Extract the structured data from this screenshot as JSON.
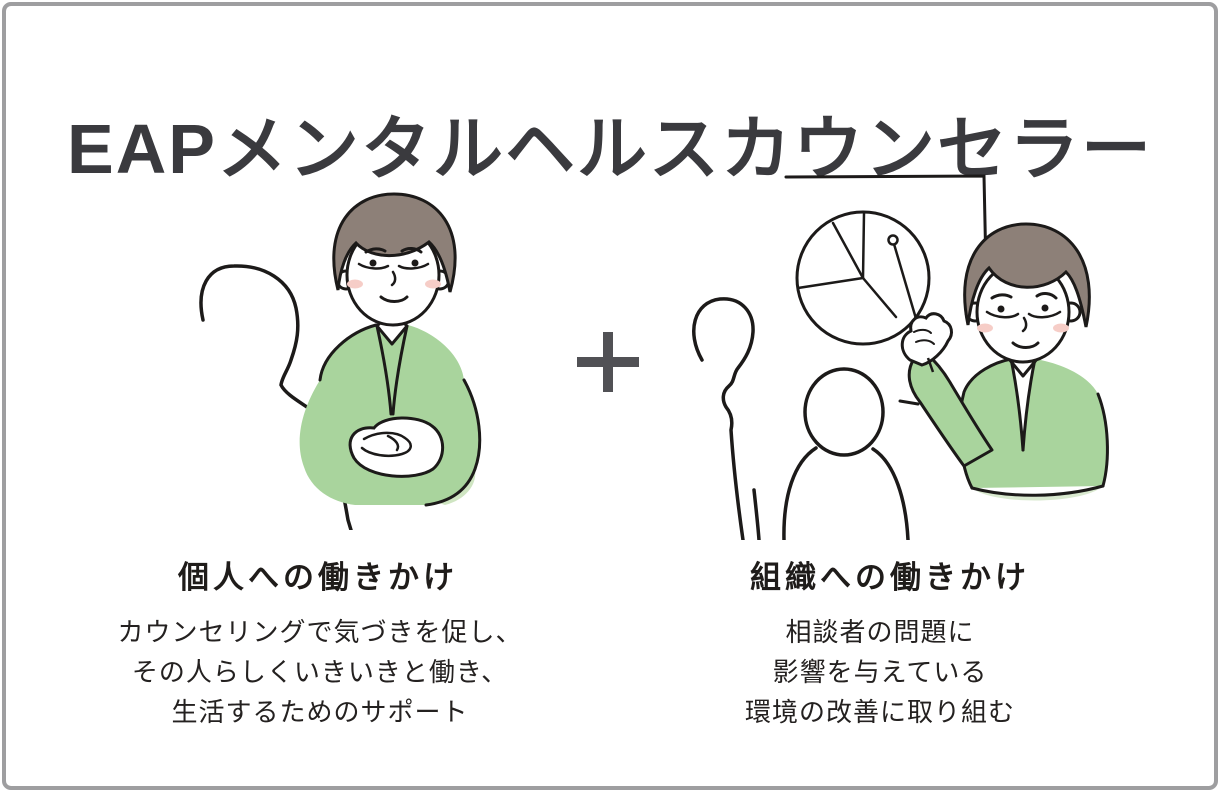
{
  "header": {
    "title": "EAPメンタルヘルスカウンセラー"
  },
  "separator": {
    "symbol": "+",
    "meaning": "plus"
  },
  "sections": {
    "individual": {
      "heading": "個人への働きかけ",
      "description_lines": [
        "カウンセリングで気づきを促し、",
        "その人らしくいきいきと働き、",
        "生活するためのサポート"
      ],
      "illustration": "counselor-listening-to-client"
    },
    "organization": {
      "heading": "組織への働きかけ",
      "description_lines": [
        "相談者の問題に",
        "影響を与えている",
        "環境の改善に取り組む"
      ],
      "illustration": "presenter-pointing-at-pie-chart-with-audience"
    }
  },
  "colors": {
    "jacket_green": "#a9d49d",
    "jacket_shade_green": "#cfe5c2",
    "hair_brown": "#8d8078",
    "blush_pink": "#f6cdc7",
    "outline_black": "#1c1a19",
    "title_gray": "#3a3a3e",
    "plus_gray": "#515155",
    "border_gray": "#9e9ea0"
  }
}
